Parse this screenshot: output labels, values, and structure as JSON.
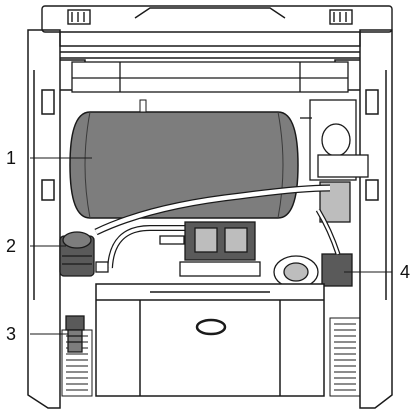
{
  "diagram": {
    "callouts": [
      {
        "id": "1",
        "label": "1"
      },
      {
        "id": "2",
        "label": "2"
      },
      {
        "id": "3",
        "label": "3"
      },
      {
        "id": "4",
        "label": "4"
      }
    ]
  },
  "colors": {
    "line": "#1a1a1a",
    "tank": "#7d7d7d",
    "component_dark": "#5a5a5a",
    "component_light": "#bdbdbd",
    "panel_bg": "#ffffff",
    "hose": "#ffffff"
  }
}
